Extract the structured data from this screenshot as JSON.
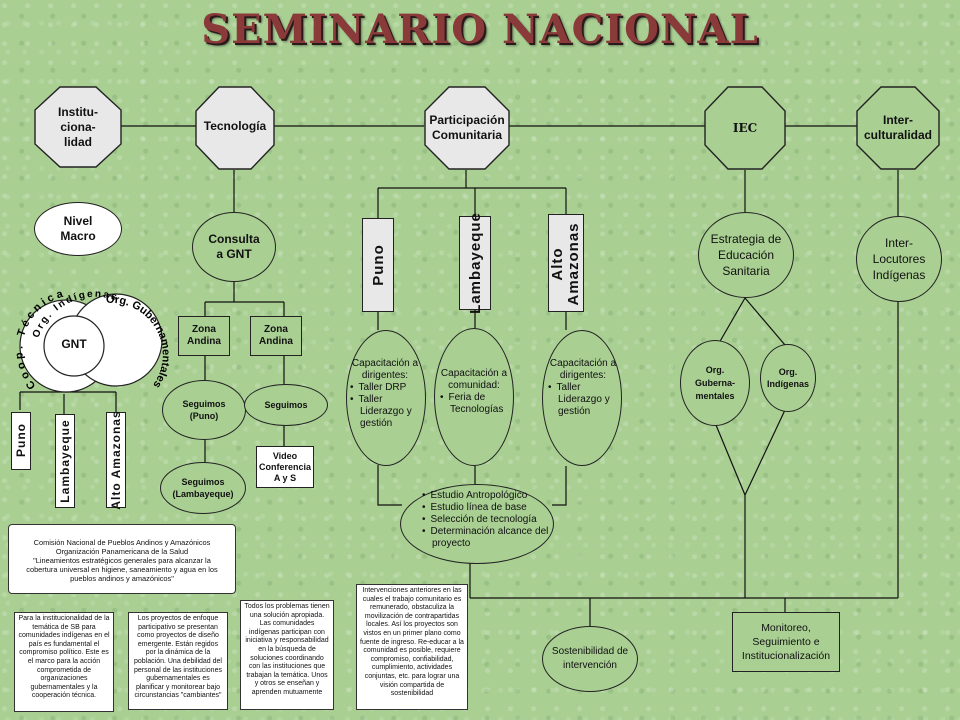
{
  "title": "SEMINARIO NACIONAL",
  "octagons": {
    "institucionalidad": "Institu-\nciona-\nlidad",
    "tecnologia": "Tecnología",
    "participacion": "Participación\nComunitaria",
    "iec": "IEC",
    "interculturalidad": "Inter-\nculturalidad"
  },
  "left": {
    "nivel_macro": "Nivel\nMacro",
    "gnt": "GNT",
    "coop_tecnica": "Coop. Técnica",
    "org_indigenas": "Org. Indígenas",
    "org_gubernamentales": "Org. Gubernamentales",
    "regions": [
      "Puno",
      "Lambayeque",
      "Alto Amazonas"
    ],
    "comision": "Comisión Nacional de Pueblos Andinos y Amazónicos\nOrganización Panamericana de la Salud\n\"Lineamientos estratégicos generales para alcanzar la cobertura universal en higiene, saneamiento y agua en los pueblos andinos y amazónicos\""
  },
  "tecnologia": {
    "consulta": "Consulta\na GNT",
    "zona1": "Zona\nAndina",
    "zona2": "Zona\nAndina",
    "seguimos_puno": "Seguimos\n(Puno)",
    "seguimos": "Seguimos",
    "seguimos_lamb": "Seguimos\n(Lambayeque)",
    "video": "Video\nConferencia\nA y S"
  },
  "participacion": {
    "regions": [
      "Puno",
      "Lambayeque",
      "Alto\nAmazonas"
    ],
    "cap_puno": {
      "title": "Capacitación a dirigentes:",
      "items": [
        "Taller DRP",
        "Taller Liderazgo y gestión"
      ]
    },
    "cap_lamb": {
      "title": "Capacitación a comunidad:",
      "items": [
        "Feria de Tecnologías"
      ]
    },
    "cap_alto": {
      "title": "Capacitación a dirigentes:",
      "items": [
        "Taller Liderazgo y gestión"
      ]
    },
    "estudio": [
      "Estudio Antropológico",
      "Estudio línea de base",
      "Selección de tecnología",
      "Determinación alcance del proyecto"
    ]
  },
  "iec": {
    "estrategia": "Estrategia de\nEducación\nSanitaria",
    "org_gub": "Org.\nGuberna-\nmentales",
    "org_ind": "Org.\nIndígenas"
  },
  "intercultural": {
    "locutores": "Inter-\nLocutores\nIndígenas"
  },
  "bottom": {
    "sostenibilidad": "Sostenibilidad de\nintervención",
    "monitoreo": "Monitoreo,\nSeguimiento e\nInstitucionalización",
    "notes": [
      "Para la institucionalidad de la temática de SB para comunidades indígenas en el país es fundamental el compromiso político. Este es el marco para la acción comprometida de organizaciones gubernamentales y la cooperación técnica.",
      "Los proyectos de enfoque participativo se presentan como proyectos de diseño emergente. Están regidos por la dinámica de la población. Una debilidad del personal de las instituciones gubernamentales es planificar y monitorear bajo circunstancias \"cambiantes\"",
      "Todos los problemas tienen una solución apropiada. Las comunidades indígenas participan con iniciativa y responsabilidad en la búsqueda de soluciones coordinando con las instituciones que trabajan la temática. Unos y otros se enseñan y aprenden mutuamente",
      "Intervenciones anteriores en las cuales el trabajo comunitario es remunerado, obstaculiza la movilización de contrapartidas locales. Así los proyectos son vistos en un primer plano como fuente de ingreso. Re-educar a la comunidad es posible, requiere compromiso, confiabilidad, cumplimiento, actividades conjuntas, etc. para lograr una visión compartida de sostenibilidad"
    ]
  }
}
